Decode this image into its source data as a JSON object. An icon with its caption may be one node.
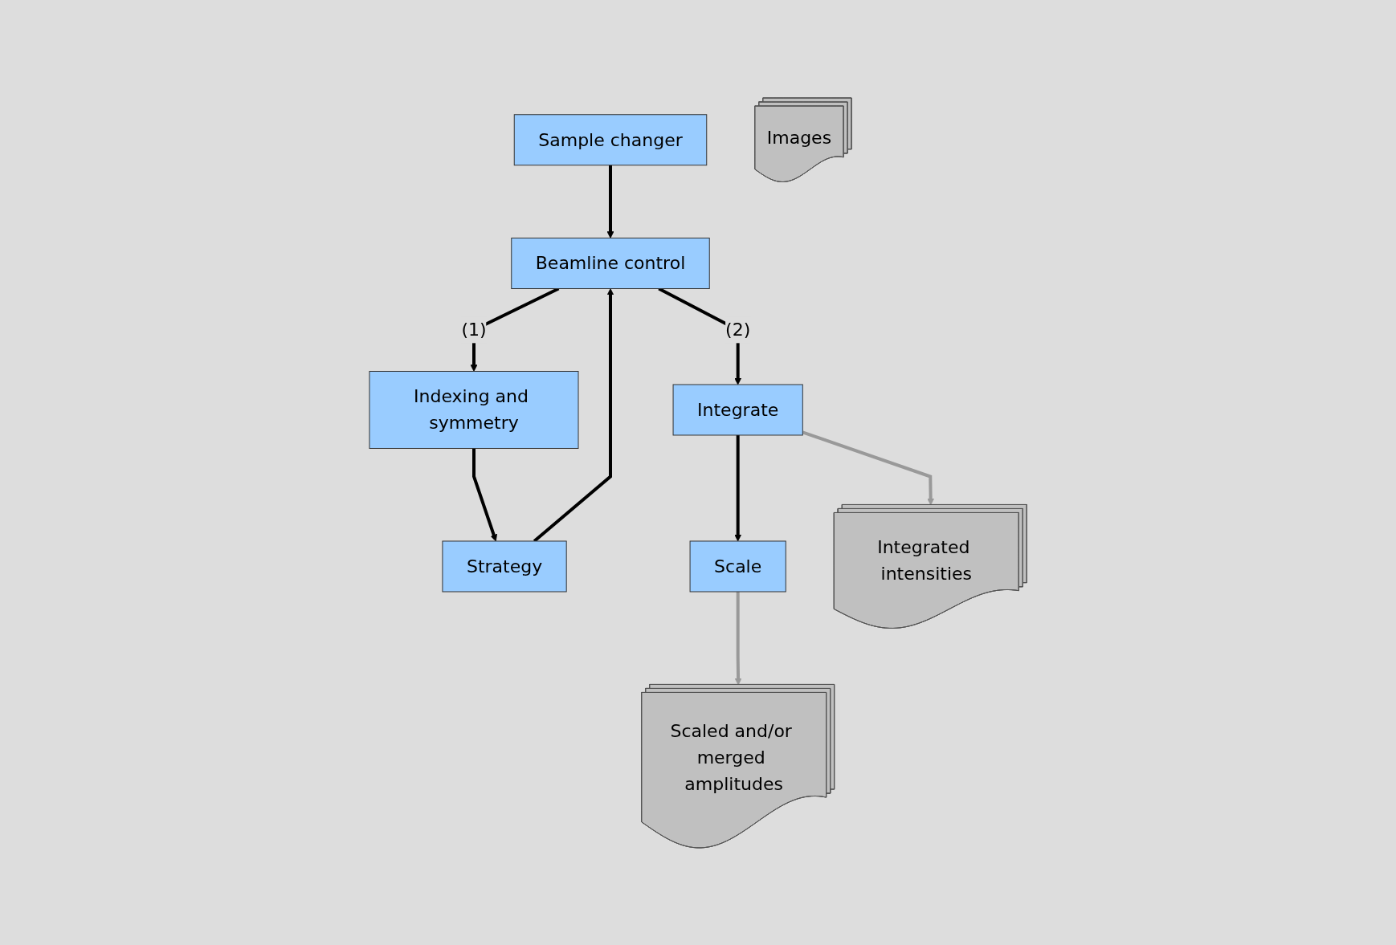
{
  "diagram": {
    "nodes": [
      {
        "text": [
          "Sample changer"
        ]
      },
      {
        "text": [
          "Beamline control"
        ]
      },
      {
        "text": [
          "Images"
        ]
      },
      {
        "text": [
          "Indexing and symmetry"
        ]
      },
      {
        "text": [
          "Strategy"
        ]
      },
      {
        "text": [
          "Scale"
        ]
      },
      {
        "text": [
          "Integrate"
        ]
      },
      {
        "text": [
          "Scaled and/or merged amplitudes"
        ]
      },
      {
        "text": [
          "Integrated intensities"
        ]
      }
    ],
    "edges": [
      {
        "from": 0,
        "to": 1,
        "arrow": "to"
      },
      {
        "from": 1,
        "to": 3,
        "arrow": "to",
        "label": "(1)"
      },
      {
        "from": 4,
        "to": 1,
        "arrow": "to"
      },
      {
        "from": 3,
        "to": 4,
        "arrow": "to"
      },
      {
        "from": 1,
        "to": 6,
        "arrow": "to",
        "label": "(2)"
      },
      {
        "from": 6,
        "to": 5,
        "arrow": "to"
      },
      {
        "from": 5,
        "to": 7,
        "arrow": "to",
        "color": "#999999"
      },
      {
        "from": 6,
        "to": 8,
        "arrow": "to",
        "color": "#999999"
      }
    ]
  }
}
